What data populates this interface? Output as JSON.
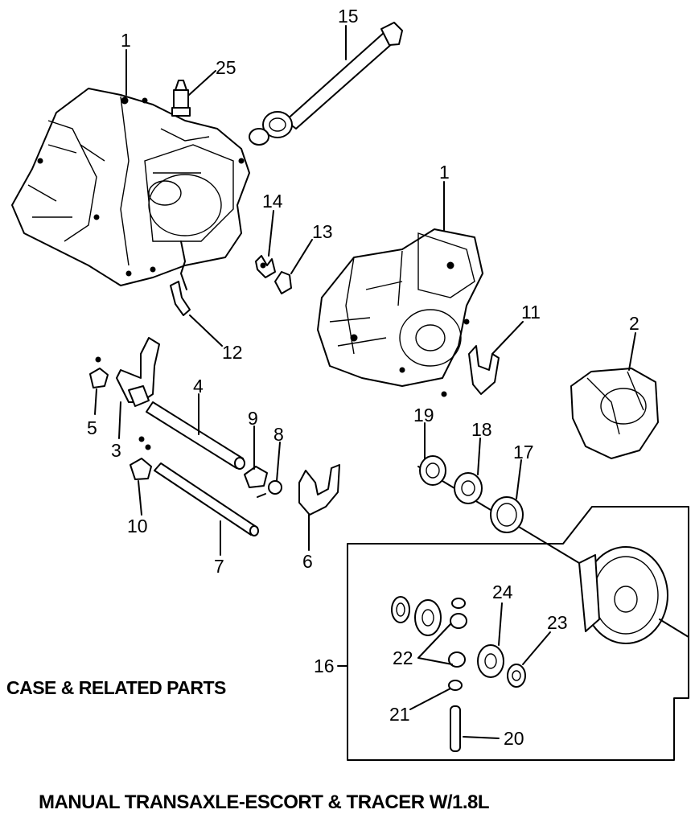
{
  "captions": {
    "section": "CASE & RELATED PARTS",
    "title": "MANUAL TRANSAXLE-ESCORT & TRACER  W/1.8L"
  },
  "callouts": {
    "c1a": "1",
    "c1b": "1",
    "c2": "2",
    "c3": "3",
    "c4": "4",
    "c5": "5",
    "c6": "6",
    "c7": "7",
    "c8": "8",
    "c9": "9",
    "c10": "10",
    "c11": "11",
    "c12": "12",
    "c13": "13",
    "c14": "14",
    "c15": "15",
    "c16": "16",
    "c17": "17",
    "c18": "18",
    "c19": "19",
    "c20": "20",
    "c21": "21",
    "c22": "22",
    "c23": "23",
    "c24": "24",
    "c25": "25"
  }
}
